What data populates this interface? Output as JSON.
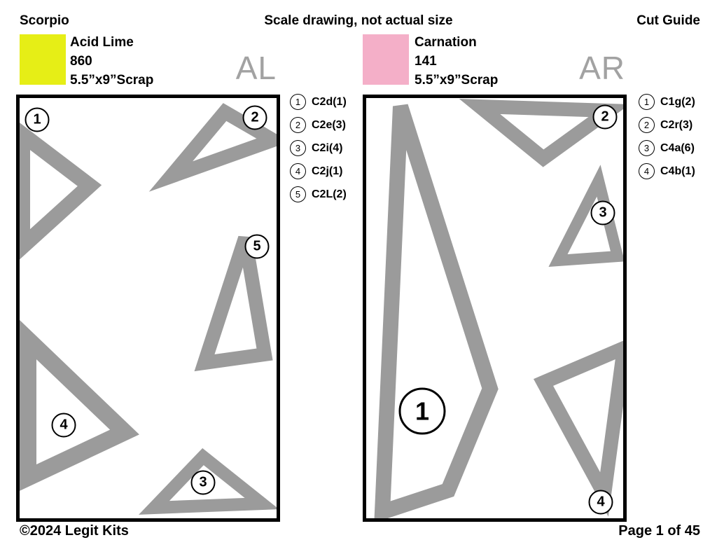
{
  "header": {
    "title": "Scorpio",
    "center_note": "Scale drawing, not actual size",
    "right_note": "Cut Guide"
  },
  "footer": {
    "copyright": "©2024 Legit Kits",
    "page": "Page 1 of 45"
  },
  "colors": {
    "shape_gray": "#9b9b9b",
    "panel_label_gray": "#a2a2a2",
    "acid_lime": "#e6ee16",
    "carnation": "#f4afc8"
  },
  "panels": [
    {
      "label": "AL",
      "fabric": {
        "name": "Acid Lime",
        "code": "860",
        "size": "5.5”x9”Scrap",
        "swatch_color": "#e6ee16"
      },
      "legend": [
        {
          "num": "1",
          "label": "C2d(1)"
        },
        {
          "num": "2",
          "label": "C2e(3)"
        },
        {
          "num": "3",
          "label": "C2i(4)"
        },
        {
          "num": "4",
          "label": "C2j(1)"
        },
        {
          "num": "5",
          "label": "C2L(2)"
        }
      ],
      "markers": [
        "1",
        "2",
        "3",
        "4",
        "5"
      ]
    },
    {
      "label": "AR",
      "fabric": {
        "name": "Carnation",
        "code": "141",
        "size": "5.5”x9”Scrap",
        "swatch_color": "#f4afc8"
      },
      "legend": [
        {
          "num": "1",
          "label": "C1g(2)"
        },
        {
          "num": "2",
          "label": "C2r(3)"
        },
        {
          "num": "3",
          "label": "C4a(6)"
        },
        {
          "num": "4",
          "label": "C4b(1)"
        }
      ],
      "markers": [
        "1",
        "2",
        "3",
        "4"
      ]
    }
  ]
}
